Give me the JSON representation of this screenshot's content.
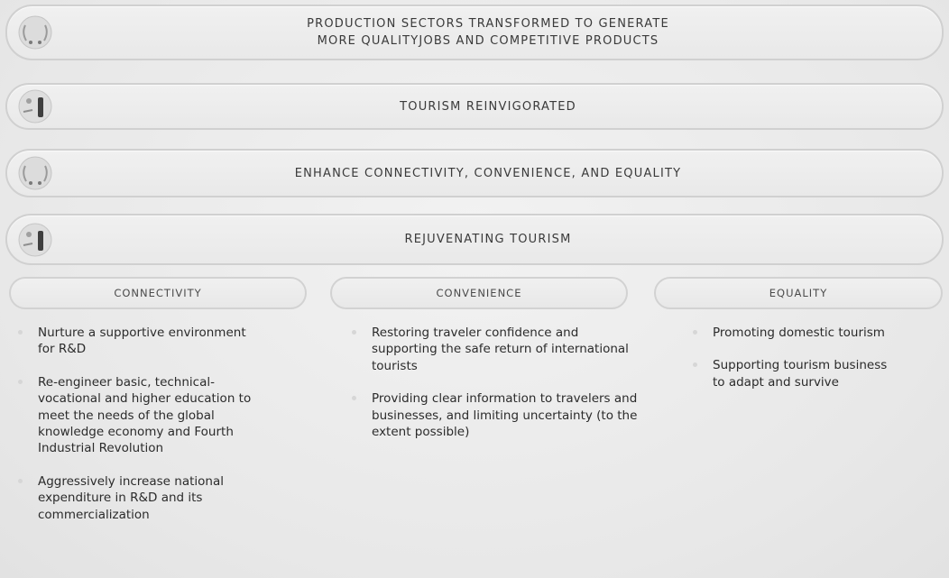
{
  "banners": [
    {
      "text": "PRODUCTION SECTORS TRANSFORMED TO GENERATE\nMORE QUALITYJOBS AND COMPETITIVE PRODUCTS",
      "icon": "laurel-wreath-icon"
    },
    {
      "text": "TOURISM REINVIGORATED",
      "icon": "travel-icon"
    },
    {
      "text": "ENHANCE CONNECTIVITY, CONVENIENCE, AND EQUALITY",
      "icon": "laurel-wreath-icon"
    },
    {
      "text": "REJUVENATING TOURISM",
      "icon": "travel-icon"
    }
  ],
  "columns": [
    {
      "header": "CONNECTIVITY",
      "items": [
        "Nurture a supportive environment for R&D",
        "Re-engineer basic, technical-vocational and higher education to meet the needs of the global knowledge economy and Fourth Industrial Revolution",
        "Aggressively increase national expenditure in R&D and its commercialization"
      ]
    },
    {
      "header": "CONVENIENCE",
      "items": [
        "Restoring traveler confidence and supporting the safe return of international tourists",
        "Providing clear information to travelers and businesses, and limiting uncertainty (to the extent possible)"
      ]
    },
    {
      "header": "EQUALITY",
      "items": [
        "Promoting domestic tourism",
        "Supporting tourism business to adapt and survive"
      ]
    }
  ],
  "colors": {
    "background": "#e9e9e9",
    "pill_border": "#d0d0d0",
    "text": "#2a2a2a",
    "bullet": "#d6d6d6"
  }
}
